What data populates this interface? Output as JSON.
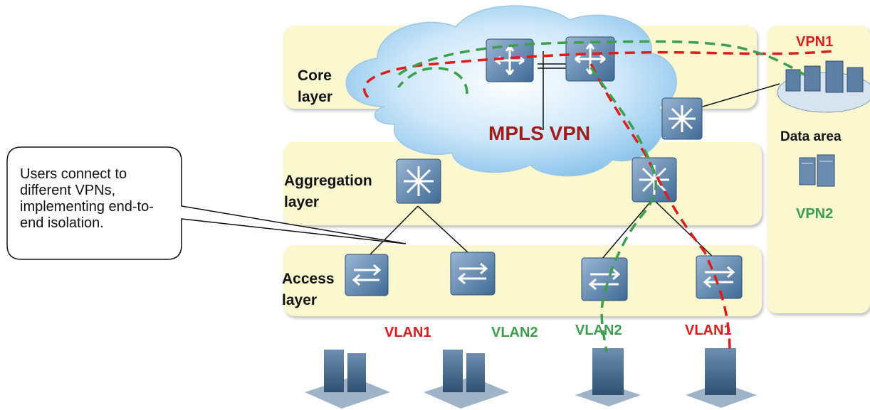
{
  "layers": {
    "core": "Core layer",
    "aggregation": "Aggregation layer",
    "access": "Access layer"
  },
  "cloud_label": "MPLS VPN",
  "data_area": {
    "title": "Data area",
    "vpn1": "VPN1",
    "vpn2": "VPN2"
  },
  "callout": "Users connect to different VPNs, implementing end-to-end isolation.",
  "vlans": [
    "VLAN1",
    "VLAN2",
    "VLAN2",
    "VLAN1"
  ],
  "colors": {
    "vpn1_path": "#e01b1b",
    "vpn2_path": "#3aa04c",
    "cloud_label": "#a31c1c",
    "band": "#fbf7cf",
    "device": "#5b83ad"
  }
}
